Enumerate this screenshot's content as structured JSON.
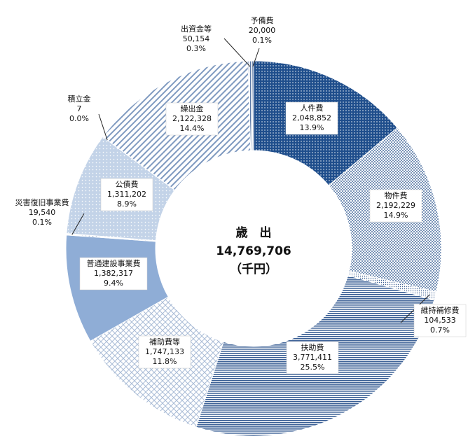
{
  "chart_data": {
    "type": "pie",
    "title": "歳　出",
    "total": "14,769,706",
    "unit": "（千円）",
    "slices": [
      {
        "name": "人件費",
        "value_label": "2,048,852",
        "value": 2048852,
        "pct": "13.9%"
      },
      {
        "name": "物件費",
        "value_label": "2,192,229",
        "value": 2192229,
        "pct": "14.9%"
      },
      {
        "name": "維持補修費",
        "value_label": "104,533",
        "value": 104533,
        "pct": "0.7%"
      },
      {
        "name": "扶助費",
        "value_label": "3,771,411",
        "value": 3771411,
        "pct": "25.5%"
      },
      {
        "name": "補助費等",
        "value_label": "1,747,133",
        "value": 1747133,
        "pct": "11.8%"
      },
      {
        "name": "普通建設事業費",
        "value_label": "1,382,317",
        "value": 1382317,
        "pct": "9.4%"
      },
      {
        "name": "災害復旧事業費",
        "value_label": "19,540",
        "value": 19540,
        "pct": "0.1%"
      },
      {
        "name": "公債費",
        "value_label": "1,311,202",
        "value": 1311202,
        "pct": "8.9%"
      },
      {
        "name": "積立金",
        "value_label": "7",
        "value": 7,
        "pct": "0.0%"
      },
      {
        "name": "繰出金",
        "value_label": "2,122,328",
        "value": 2122328,
        "pct": "14.4%"
      },
      {
        "name": "出資金等",
        "value_label": "50,154",
        "value": 50154,
        "pct": "0.3%"
      },
      {
        "name": "予備費",
        "value_label": "20,000",
        "value": 20000,
        "pct": "0.1%"
      }
    ],
    "colors": {
      "jinkenhi": "#1f4e8c",
      "bukkenhi": "#9fb4cf",
      "ijihoshu": "#6f8fb8",
      "fujohi": "#3a5f95",
      "hojohi": "#b8c8de",
      "futsukensetsu": "#8fadd6",
      "saigai": "#7a92b8",
      "kosaihi": "#b3c6e0",
      "tsumitate": "#8aa3c6",
      "kuridashi": "#7f9ac0",
      "shusshi": "#5a78a6",
      "yobihi": "#4a6a9c"
    }
  }
}
